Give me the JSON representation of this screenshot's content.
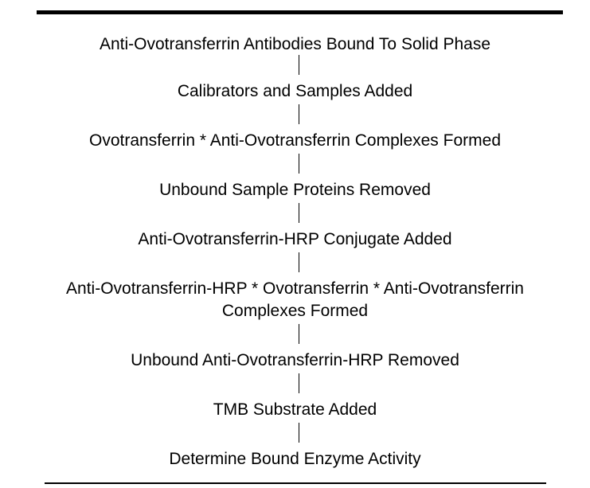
{
  "steps": [
    "Anti-Ovotransferrin Antibodies Bound To Solid Phase",
    "Calibrators and Samples Added",
    "Ovotransferrin * Anti-Ovotransferrin Complexes Formed",
    "Unbound Sample Proteins Removed",
    "Anti-Ovotransferrin-HRP Conjugate Added",
    "Anti-Ovotransferrin-HRP * Ovotransferrin * Anti-Ovotransferrin",
    "Complexes Formed",
    "Unbound Anti-Ovotransferrin-HRP Removed",
    "TMB Substrate Added",
    "Determine Bound Enzyme Activity"
  ],
  "colors": {
    "text": "#000000",
    "background": "#ffffff",
    "rule": "#000000"
  }
}
